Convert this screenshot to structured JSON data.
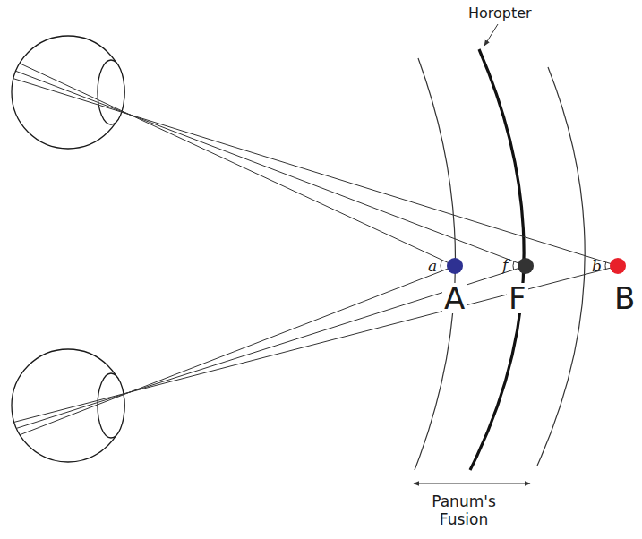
{
  "diagram": {
    "labels": [
      "Horopter",
      "a",
      "f",
      "b",
      "A",
      "F",
      "B",
      "Panum's Fusion"
    ]
  }
}
